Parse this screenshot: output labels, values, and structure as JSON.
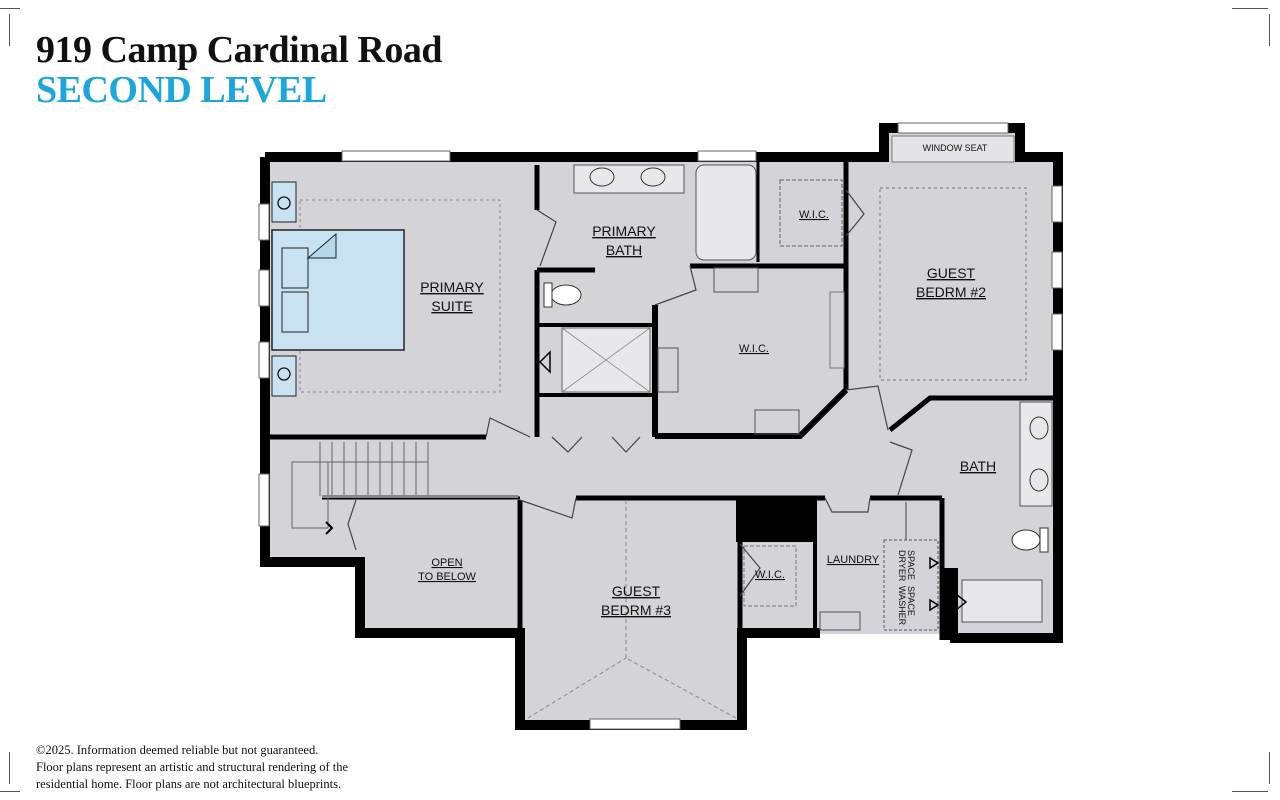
{
  "header": {
    "address": "919 Camp Cardinal Road",
    "level": "SECOND LEVEL"
  },
  "rooms": {
    "primary_suite": [
      "PRIMARY",
      "SUITE"
    ],
    "primary_bath": [
      "PRIMARY",
      "BATH"
    ],
    "wic_1": "W.I.C.",
    "wic_2": "W.I.C.",
    "wic_3": "W.I.C.",
    "window_seat": "WINDOW SEAT",
    "guest_bedrm_2": [
      "GUEST",
      "BEDRM #2"
    ],
    "bath": "BATH",
    "open_to_below": [
      "OPEN",
      "TO BELOW"
    ],
    "guest_bedrm_3": [
      "GUEST",
      "BEDRM #3"
    ],
    "laundry": "LAUNDRY",
    "dryer_space": [
      "DRYER",
      "SPACE"
    ],
    "washer_space": [
      "WASHER",
      "SPACE"
    ]
  },
  "footer": {
    "lines": [
      "©2025. Information deemed reliable but not guaranteed.",
      "Floor plans represent an artistic and structural rendering of the",
      "residential home. Floor plans are not architectural blueprints."
    ]
  },
  "colors": {
    "accent": "#1ba6dd",
    "floor": "#d4d4d8",
    "wall": "#000000",
    "bed": "#c9e2f2"
  }
}
